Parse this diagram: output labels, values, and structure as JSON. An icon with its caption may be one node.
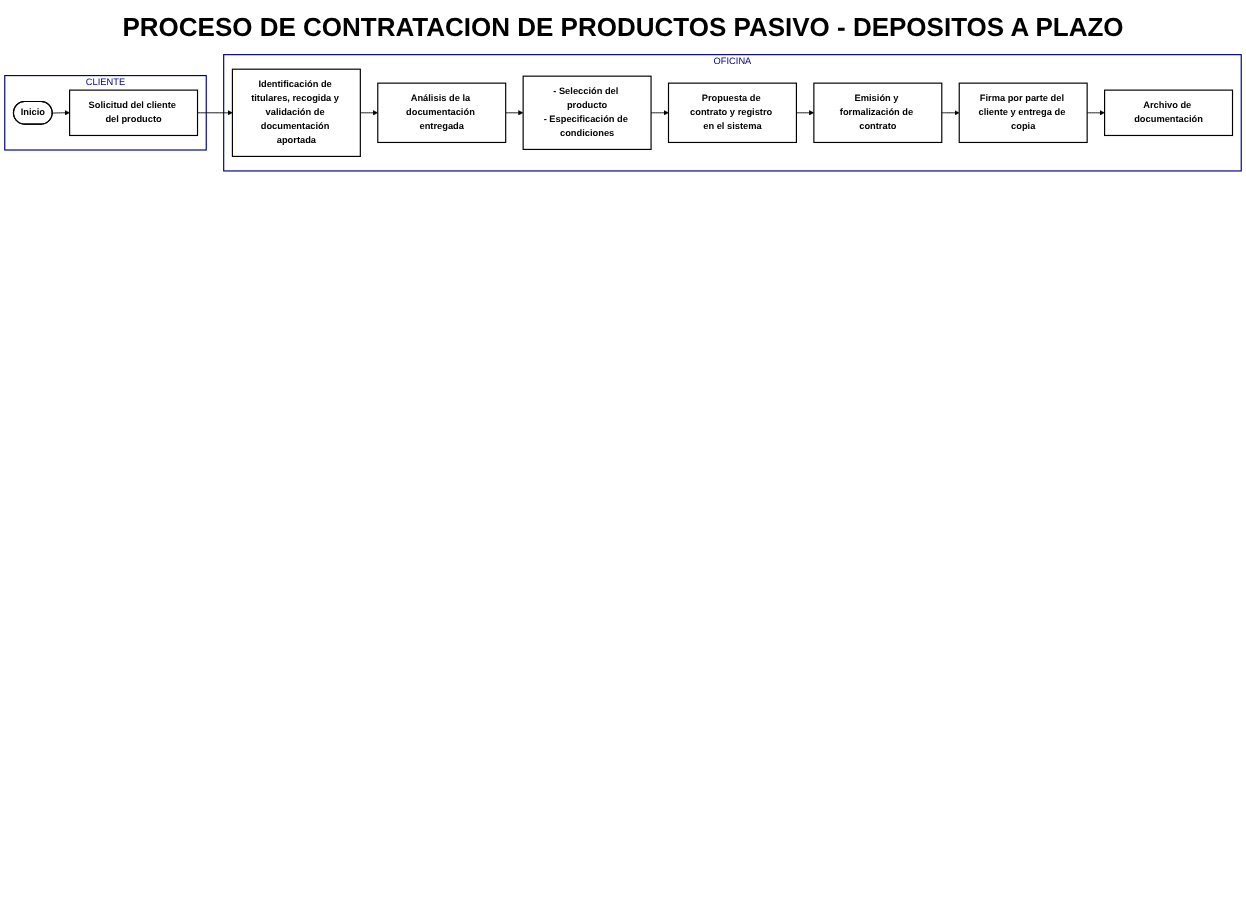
{
  "diagram": {
    "title": "PROCESO DE CONTRATACION DE PRODUCTOS PASIVO - DEPOSITOS A PLAZO",
    "nodes": [
      {
        "text": [
          "CLIENTE"
        ]
      },
      {
        "text": [
          "OFICINA"
        ]
      },
      {
        "text": [
          "Inicio"
        ],
        "in": 0
      },
      {
        "text": [
          "Solicitud del cliente del producto"
        ],
        "in": 0
      },
      {
        "text": [
          "Identificación de titulares, recogida y validación de documentación aportada"
        ],
        "in": 1
      },
      {
        "text": [
          "Análisis de la documentación entregada"
        ],
        "in": 1
      },
      {
        "text": [
          "- Selección del producto",
          "- Especificación de condiciones"
        ],
        "in": 1
      },
      {
        "text": [
          "Propuesta de contrato y registro en el sistema"
        ],
        "in": 1
      },
      {
        "text": [
          "Emisión y formalización de contrato"
        ],
        "in": 1
      },
      {
        "text": [
          "Firma por parte del cliente y entrega de copia"
        ],
        "in": 1
      },
      {
        "text": [
          "Archivo de documentación"
        ],
        "in": 1
      }
    ],
    "edges": [
      {
        "from": 2,
        "to": 3,
        "arrow": "to"
      },
      {
        "from": 3,
        "to": 4,
        "arrow": "to"
      },
      {
        "from": 4,
        "to": 5,
        "arrow": "to"
      },
      {
        "from": 5,
        "to": 6,
        "arrow": "to"
      },
      {
        "from": 6,
        "to": 7,
        "arrow": "to"
      },
      {
        "from": 7,
        "to": 8,
        "arrow": "to"
      },
      {
        "from": 8,
        "to": 9,
        "arrow": "to"
      },
      {
        "from": 9,
        "to": 10,
        "arrow": "to"
      }
    ]
  }
}
